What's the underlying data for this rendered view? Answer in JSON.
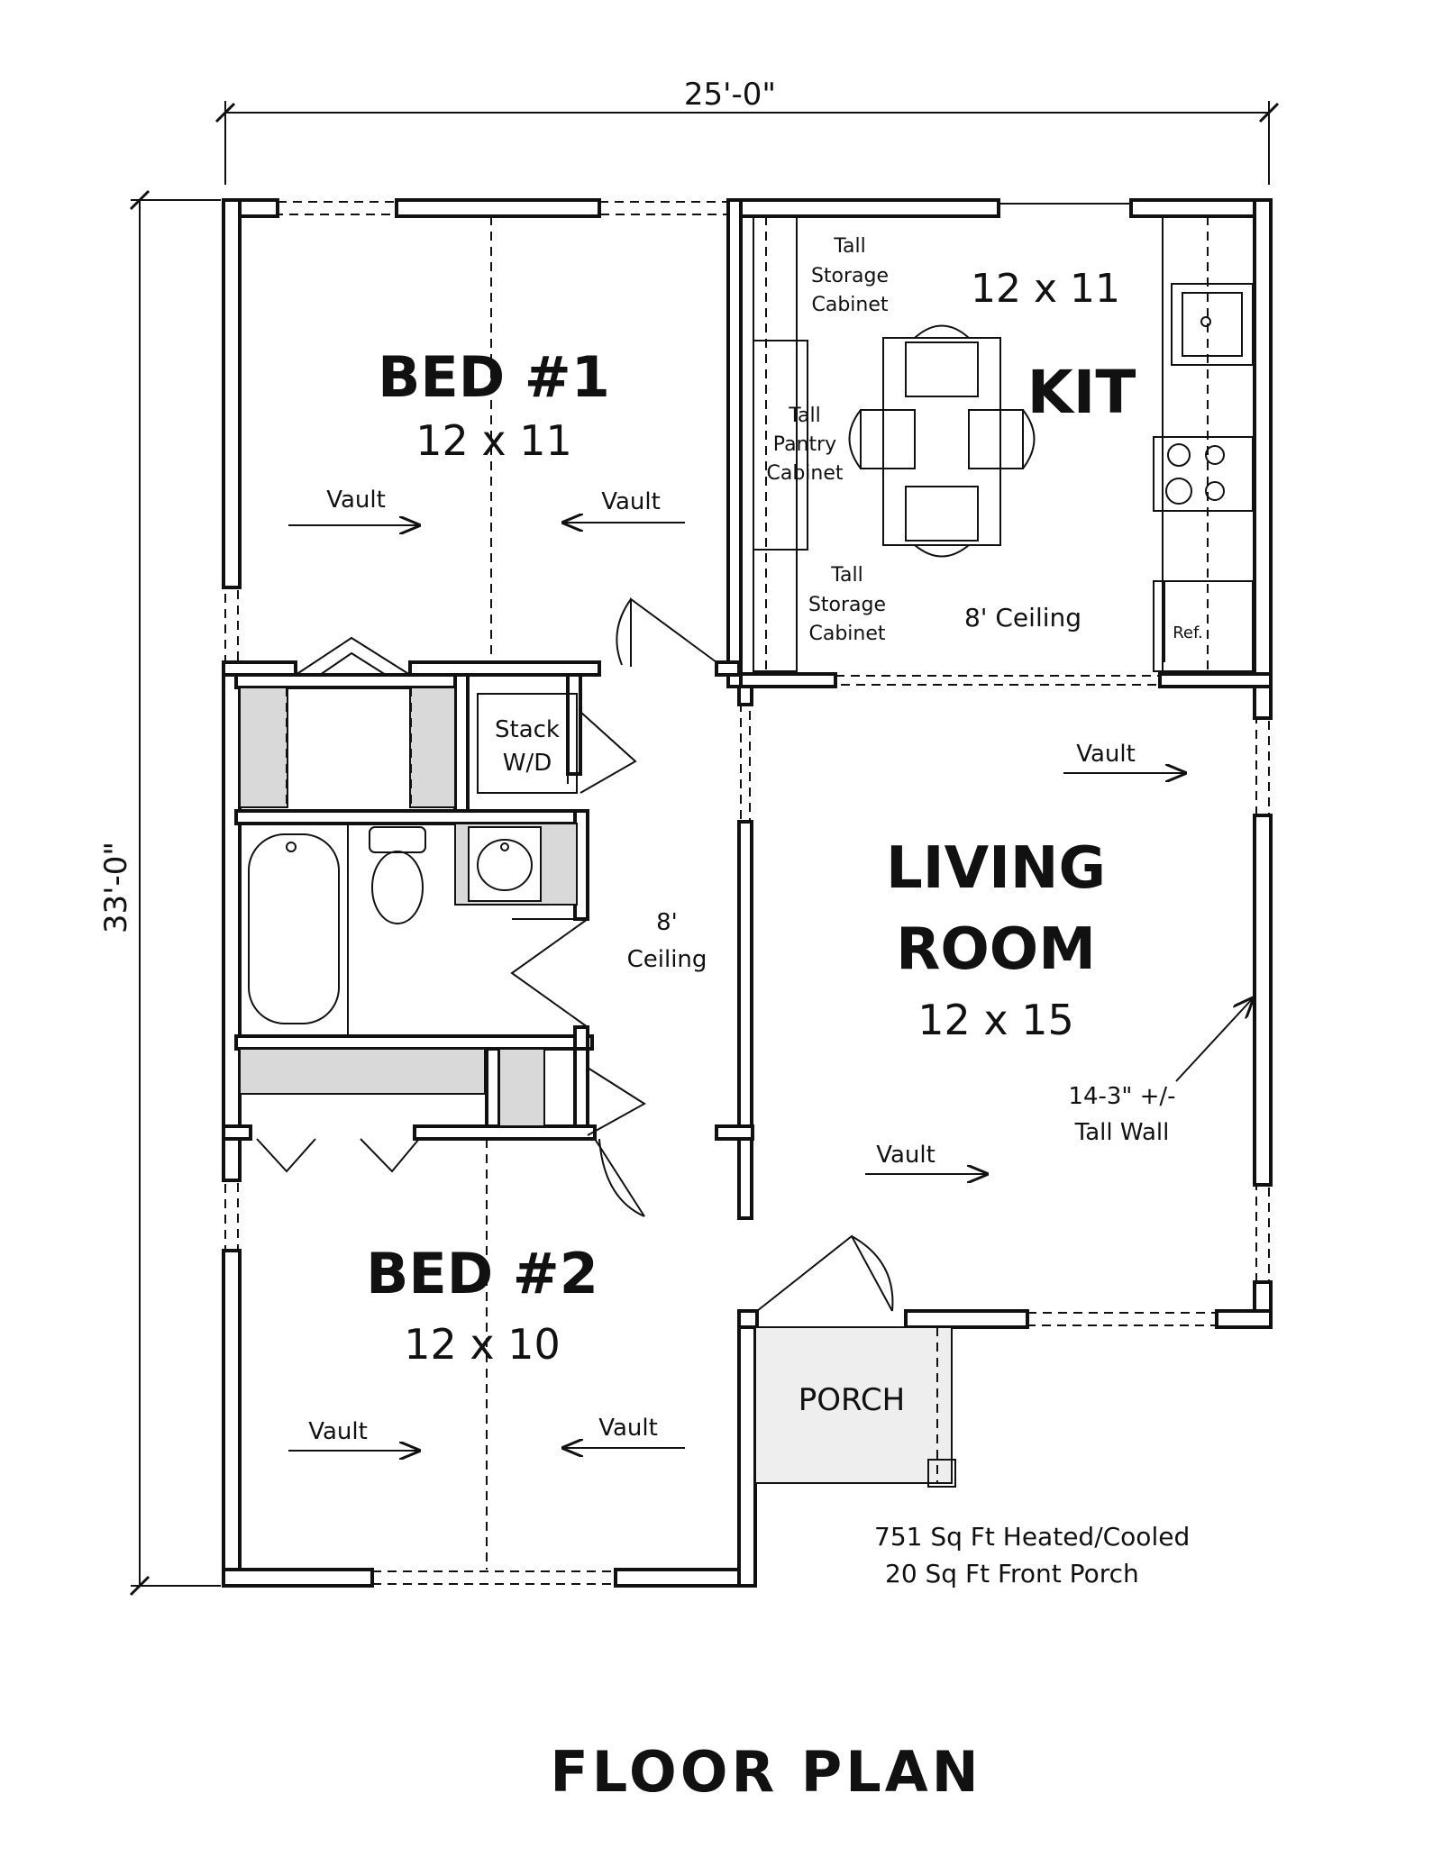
{
  "dimensions": {
    "width": "25'-0\"",
    "depth": "33'-0\""
  },
  "rooms": {
    "bed1": {
      "name": "BED #1",
      "size": "12 x 11",
      "vault_left": "Vault",
      "vault_right": "Vault"
    },
    "bed2": {
      "name": "BED #2",
      "size": "12 x 10",
      "vault_left": "Vault",
      "vault_right": "Vault"
    },
    "kitchen": {
      "name": "KIT",
      "size": "12 x 11",
      "ceiling": "8' Ceiling"
    },
    "living": {
      "name_line1": "LIVING",
      "name_line2": "ROOM",
      "size": "12 x 15",
      "vault_top": "Vault",
      "vault_bottom": "Vault"
    },
    "porch": {
      "name": "PORCH"
    },
    "hall": {
      "ceiling_line1": "8'",
      "ceiling_line2": "Ceiling"
    }
  },
  "cabinets": {
    "tall_storage_top": [
      "Tall",
      "Storage",
      "Cabinet"
    ],
    "tall_pantry": [
      "Tall",
      "Pantry",
      "Cabinet"
    ],
    "tall_storage_bottom": [
      "Tall",
      "Storage",
      "Cabinet"
    ]
  },
  "laundry": {
    "line1": "Stack",
    "line2": "W/D"
  },
  "refrigerator": "Ref.",
  "tall_wall": {
    "line1": "14-3\" +/-",
    "line2": "Tall Wall"
  },
  "area": {
    "heated": "751 Sq Ft Heated/Cooled",
    "porch": "20 Sq Ft Front Porch"
  },
  "plan_title": "FLOOR PLAN"
}
